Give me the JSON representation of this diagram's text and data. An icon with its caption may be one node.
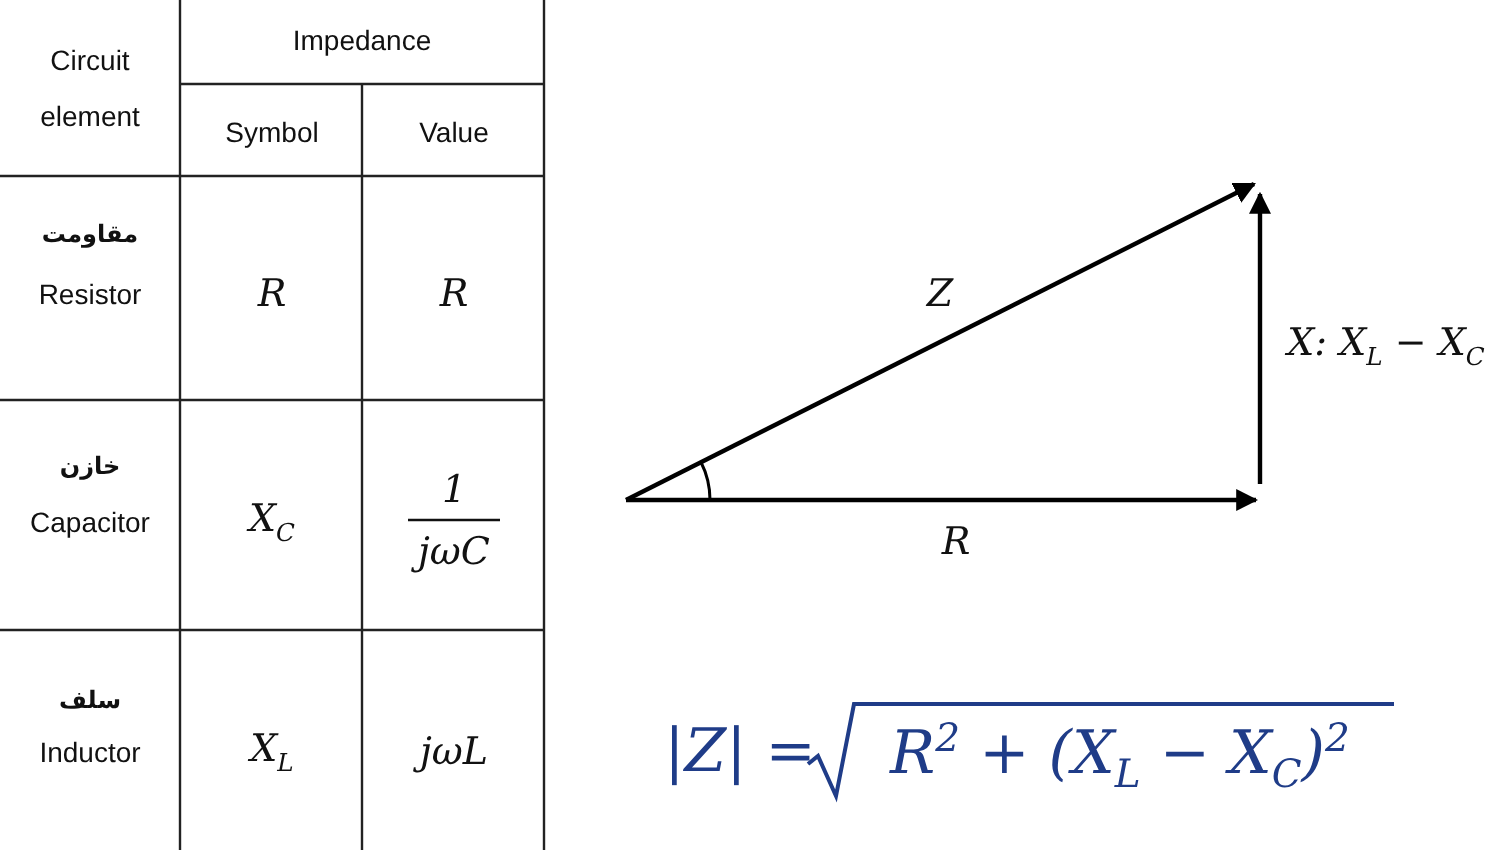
{
  "diagram": {
    "labels": [
      "Circuit element",
      "Impedance",
      "Symbol",
      "Value",
      "مقاومت",
      "Resistor",
      "R",
      "R",
      "خازن",
      "Capacitor",
      "X$_{C}$",
      "1",
      "jωC",
      "سلف",
      "Inductor",
      "X$_{L}$",
      "jωL",
      "Z",
      "R",
      "X: X$_{L}$ − X$_{C}$",
      "|Z| =",
      "R$^{2}$ + (X$_{L}$ − X$_{C}$)$^{2}$"
    ]
  }
}
